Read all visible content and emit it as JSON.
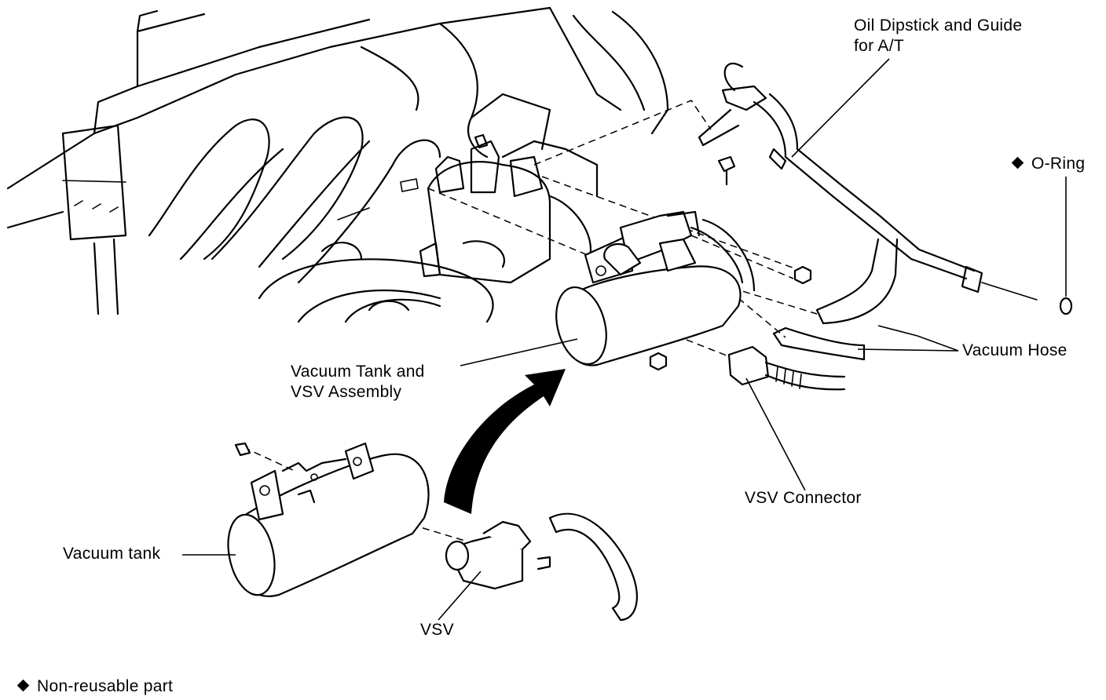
{
  "labels": {
    "oil_dipstick": "Oil Dipstick and Guide\nfor A/T",
    "o_ring": "O-Ring",
    "vacuum_hose": "Vacuum Hose",
    "vacuum_tank_vsv": "Vacuum Tank and\nVSV Assembly",
    "vsv_connector": "VSV Connector",
    "vacuum_tank": "Vacuum tank",
    "vsv": "VSV"
  },
  "legend": {
    "non_reusable": "Non-reusable part"
  },
  "icons": {
    "non_reusable_marker": "diamond-icon"
  }
}
